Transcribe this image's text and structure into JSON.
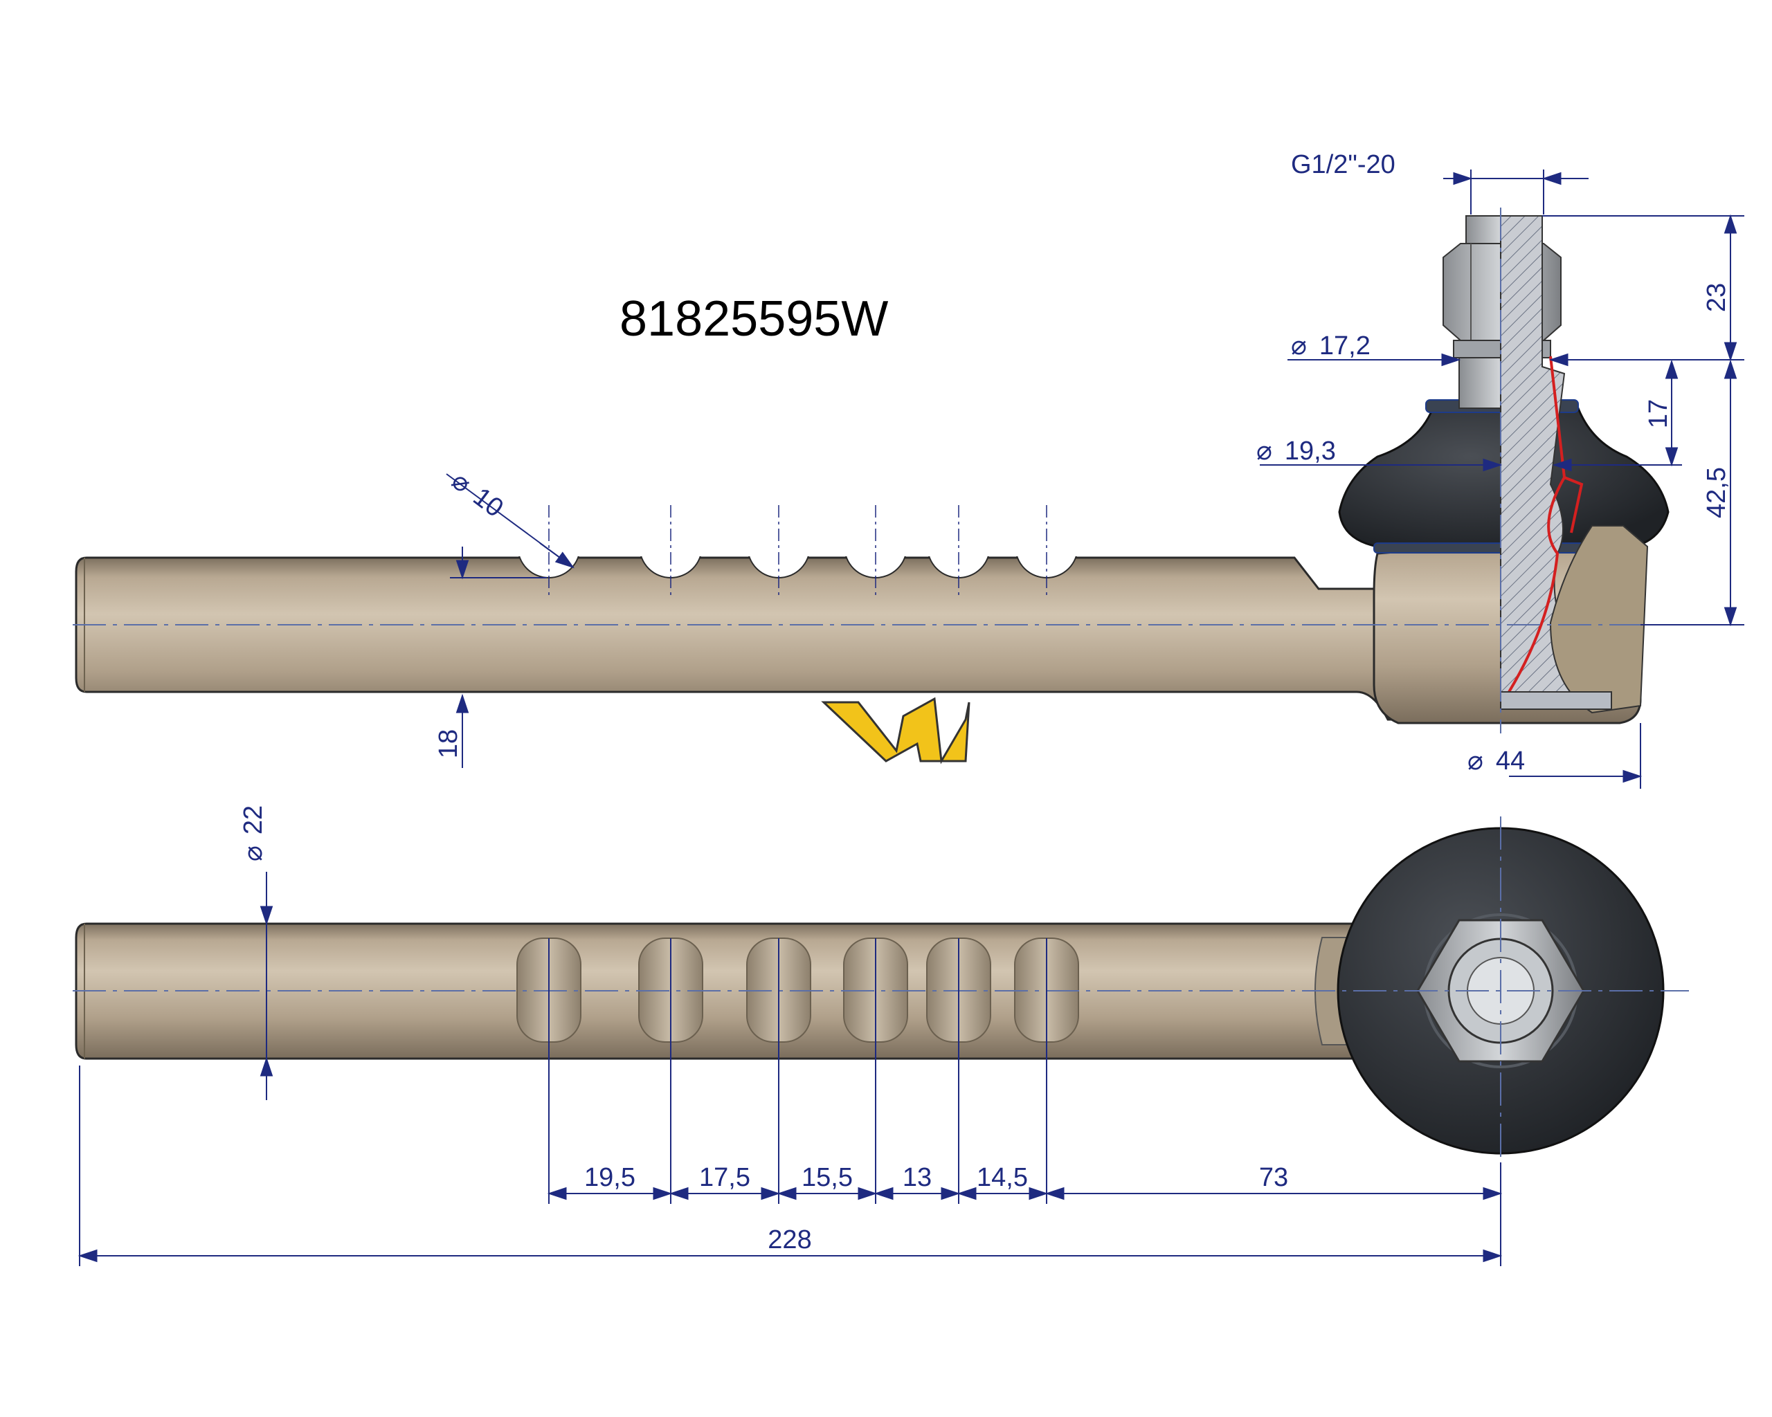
{
  "title": "81825595W",
  "dimensions": {
    "thread": "G1/2\"-20",
    "dia_17_2": "17,2",
    "dia_19_3": "19,3",
    "dia_10": "10",
    "dia_44": "44",
    "dia_22": "22",
    "h_23": "23",
    "h_17": "17",
    "h_42_5": "42,5",
    "h_18": "18",
    "spacing": [
      "19,5",
      "17,5",
      "15,5",
      "13",
      "14,5",
      "73"
    ],
    "total_length": "228"
  },
  "symbols": {
    "diameter": "⌀"
  },
  "colors": {
    "rod": "#b5a58f",
    "rod_light": "#d1c4b0",
    "rod_dark": "#8f826f",
    "boot": "#2f3236",
    "dimension": "#1e2a80",
    "section_line": "#d42020",
    "logo": "#f2c31a"
  },
  "icons": {
    "logo": "w-brand-logo-icon",
    "nut": "hex-nut-icon"
  }
}
